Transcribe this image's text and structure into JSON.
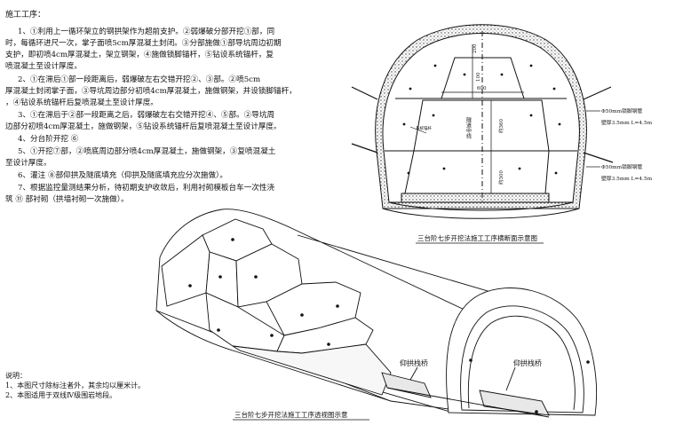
{
  "procedure": {
    "title": "施工工序：",
    "lines": [
      "1、①利用上一循环架立的钢拱架作为超前支护。②弱爆破分部开挖①部，同",
      "时，每循环进尺一次，掌子面喷5cm厚混凝土封闭。③分部施做①部导坑周边初期",
      "支护，即初喷4cm厚混凝土，架立钢架，④施做锁脚锚杆，⑤钻设系统锚杆，复",
      "喷混凝土至设计厚度。",
      "2、①在滞后①部一段距离后，弱爆破左右交错开挖②、③部。②喷5cm",
      "厚混凝土封闭掌子面，③导坑周边部分初喷4cm厚混凝土，施做钢架，并设锁脚锚杆，",
      "，④钻设系统锚杆后复喷混凝土至设计厚度。",
      "3、①在滞后于②部一段距离之后，弱爆破左右交错开挖④、⑤部。②导坑周",
      "边部分初喷4cm厚混凝土，施做钢架，⑤钻设系统锚杆后复喷混凝土至设计厚度。",
      "4、分台阶开挖 ⑥",
      "5、①开挖⑦部，②喷底周边部分喷4cm厚混凝土，施做钢架，③复喷混凝土",
      "至设计厚度。",
      "6、灌注 ⑧部仰拱及隧底填充（仰拱及隧底填充应分次施做）。",
      "7、根据监控量测结果分析，待初期支护收敛后，利用衬砌模板台车一次性浇",
      "筑 ⑪ 部衬砌（拱墙衬砌一次施做）。"
    ]
  },
  "notes": {
    "title": "说明：",
    "lines": [
      "1、本图尺寸除标注者外，其余均以厘米计。",
      "2、本图适用于双线Ⅳ级围岩地段。"
    ]
  },
  "cross_section": {
    "caption": "三台阶七步开挖法施工工序横断面示意图",
    "dims": {
      "top": "200",
      "upper_height": "100",
      "width": "600",
      "mid_height": "约360",
      "lower_height": "约300"
    },
    "centerline_label": "隧道中线",
    "bolt_label": "系统锚杆",
    "pipe_upper_1": "Φ50mm锁脚钢管",
    "pipe_upper_2": "壁厚3.5mm  L=4.5m",
    "pipe_lower_1": "Φ50mm锁脚钢管",
    "pipe_lower_2": "壁厚3.5mm  L=4.5m"
  },
  "perspective": {
    "caption": "三台阶七步开挖法施工工序透视图示意",
    "label_1": "仰拱栈桥",
    "label_2": "仰拱栈桥"
  }
}
